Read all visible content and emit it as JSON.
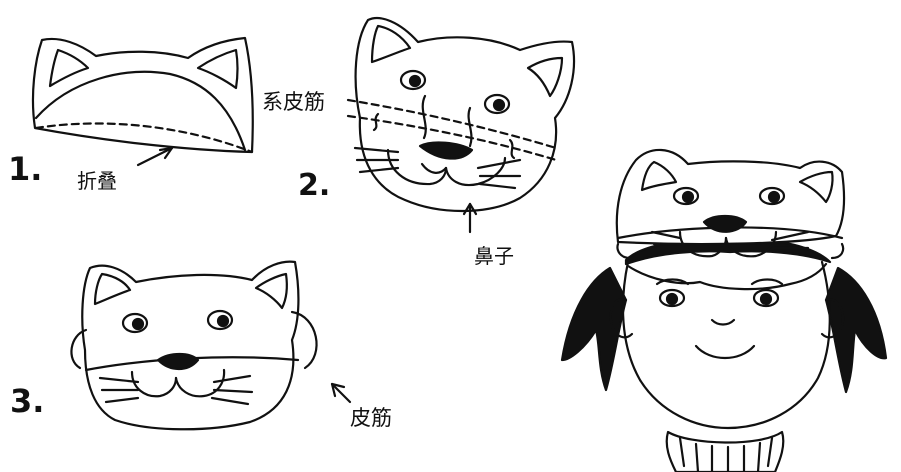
{
  "steps": [
    {
      "number": "1.",
      "label": "折叠"
    },
    {
      "number": "2.",
      "labels": [
        "系皮筋",
        "鼻子"
      ]
    },
    {
      "number": "3.",
      "label": "皮筋"
    }
  ],
  "colors": {
    "ink": "#111111",
    "paper": "#ffffff"
  }
}
